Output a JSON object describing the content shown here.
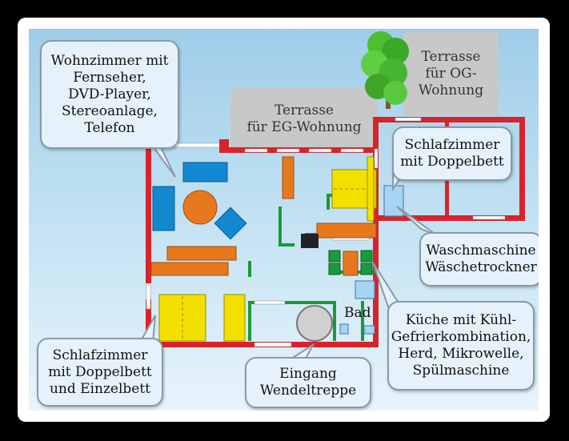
{
  "terrace_eg": "Terrasse\nfür EG-Wohnung",
  "terrace_og": "Terrasse\nfür OG-\nWohnung",
  "callouts": {
    "living": "Wohnzimmer mit\nFernseher,\nDVD-Player,\nStereoanlage,\nTelefon",
    "bedroom_right": "Schlafzimmer\nmit Doppelbett",
    "laundry": "Waschmaschine\nWäschetrockner",
    "kitchen": "Küche mit Kühl-\nGefrierkombination,\nHerd, Mikrowelle,\nSpülmaschine",
    "entrance": "Eingang\nWendeltreppe",
    "bedroom_left": "Schlafzimmer\nmit Doppelbett\nund Einzelbett"
  },
  "bath_label": "Bad",
  "colors": {
    "wall": "#d9232a",
    "furniture_blue": "#1188d0",
    "furniture_orange": "#e8781e",
    "bed_yellow": "#f2e000",
    "green": "#1a9a3a"
  }
}
